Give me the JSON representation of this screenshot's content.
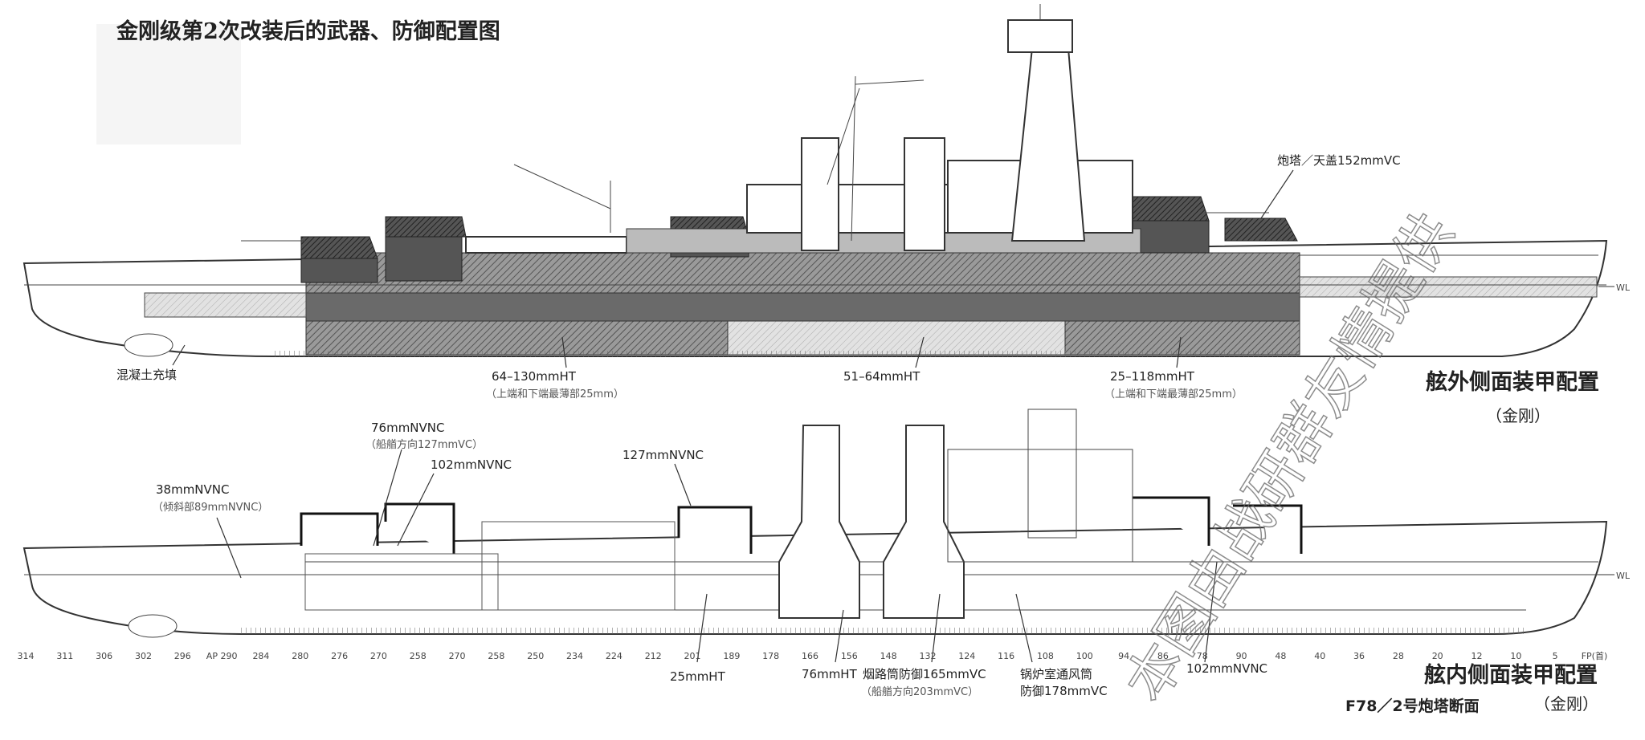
{
  "title": "金刚级第2次改装后的武器、防御配置图",
  "watermark": "本图由战研群友情提供",
  "colors": {
    "armor_dark": "#5a5a5a",
    "armor_mid": "#8c8c8c",
    "armor_light": "#d4d4d4",
    "line": "#333333"
  },
  "outer_profile": {
    "heading": "舷外侧面装甲配置",
    "ship": "（金刚）",
    "waterline": "WL",
    "labels": {
      "concrete": "混凝土充填",
      "belt_aft": "64–130mmHT",
      "belt_aft_note": "（上端和下端最薄部25mm）",
      "belt_mid": "51–64mmHT",
      "belt_fwd": "25–118mmHT",
      "belt_fwd_note": "（上端和下端最薄部25mm）",
      "turret_roof": "炮塔／天盖152mmVC"
    }
  },
  "inner_profile": {
    "heading": "舷内侧面装甲配置",
    "ship": "（金刚）",
    "section_note": "F78／2号炮塔断面",
    "waterline": "WL",
    "labels": {
      "deck_76": "76mmNVNC",
      "deck_76_note": "（船艏方向127mmVC）",
      "deck_102_aft": "102mmNVNC",
      "deck_38": "38mmNVNC",
      "deck_38_note": "（倾斜部89mmNVNC）",
      "deck_127": "127mmNVNC",
      "ht_25": "25mmHT",
      "ht_76": "76mmHT",
      "uptake": "烟路筒防御165mmVC",
      "uptake_note": "（船艏方向203mmVC）",
      "vent": "锅炉室通风筒",
      "vent_armor": "防御178mmVC",
      "deck_102_fwd": "102mmNVNC"
    },
    "frames": [
      "314",
      "311",
      "306",
      "302",
      "296",
      "AP 290",
      "284",
      "280",
      "276",
      "270",
      "258",
      "270",
      "258",
      "250",
      "234",
      "224",
      "212",
      "201",
      "189",
      "178",
      "166",
      "156",
      "148",
      "132",
      "124",
      "116",
      "108",
      "100",
      "94",
      "86",
      "78",
      "90",
      "48",
      "40",
      "36",
      "28",
      "20",
      "12",
      "10",
      "5",
      "FP(首)"
    ]
  }
}
